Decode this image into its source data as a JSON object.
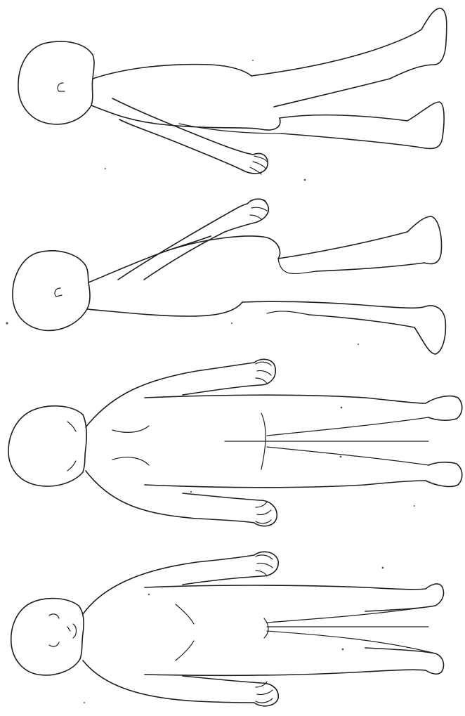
{
  "figure": {
    "kind": "body-outline-chart",
    "orientation": "rotated-90-degrees",
    "figures": [
      {
        "id": "figure-1",
        "view": "side"
      },
      {
        "id": "figure-2",
        "view": "side"
      },
      {
        "id": "figure-3",
        "view": "back"
      },
      {
        "id": "figure-4",
        "view": "front"
      }
    ]
  },
  "colors": {
    "line": "#1e1e1e",
    "background": "#ffffff"
  }
}
